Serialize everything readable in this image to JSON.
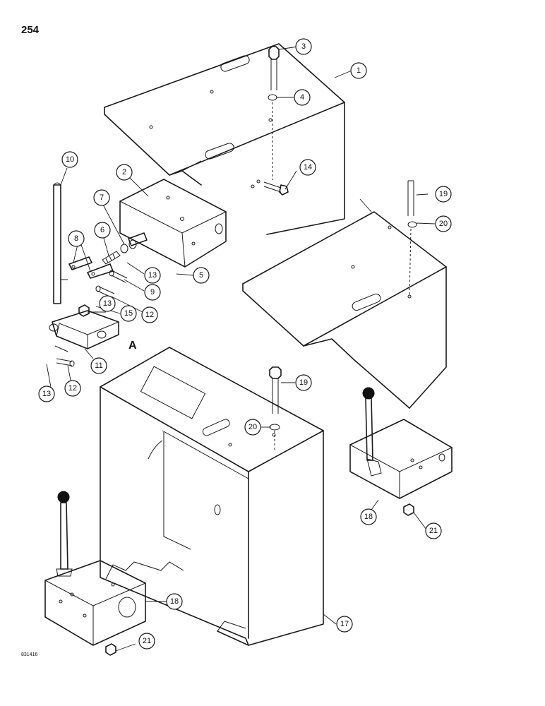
{
  "page_number": "254",
  "figure_code": "831416",
  "view_label": "A",
  "callouts": [
    {
      "id": "c3",
      "text": "3"
    },
    {
      "id": "c4",
      "text": "4"
    },
    {
      "id": "c14",
      "text": "14"
    },
    {
      "id": "c10",
      "text": "10"
    },
    {
      "id": "c2",
      "text": "2"
    },
    {
      "id": "c7",
      "text": "7"
    },
    {
      "id": "c6",
      "text": "6"
    },
    {
      "id": "c8",
      "text": "8"
    },
    {
      "id": "c13a",
      "text": "13"
    },
    {
      "id": "c5",
      "text": "5"
    },
    {
      "id": "c9",
      "text": "9"
    },
    {
      "id": "c13b",
      "text": "13"
    },
    {
      "id": "c12a",
      "text": "12"
    },
    {
      "id": "c15",
      "text": "15"
    },
    {
      "id": "c11",
      "text": "11"
    },
    {
      "id": "c13c",
      "text": "13"
    },
    {
      "id": "c12b",
      "text": "12"
    },
    {
      "id": "c1a",
      "text": "1"
    },
    {
      "id": "c19a",
      "text": "19"
    },
    {
      "id": "c20a",
      "text": "20"
    },
    {
      "id": "c19b",
      "text": "19"
    },
    {
      "id": "c20b",
      "text": "20"
    },
    {
      "id": "c18a",
      "text": "18"
    },
    {
      "id": "c21a",
      "text": "21"
    },
    {
      "id": "c18b",
      "text": "18"
    },
    {
      "id": "c21b",
      "text": "21"
    },
    {
      "id": "c17",
      "text": "17"
    }
  ]
}
